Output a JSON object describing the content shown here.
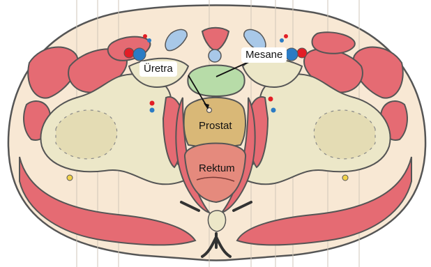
{
  "labels": {
    "mesane": "Mesane",
    "uretra": "Üretra",
    "prostat": "Prostat",
    "rektum": "Rektum"
  },
  "colors": {
    "skin": "#f8e8d4",
    "outline": "#555555",
    "muscle": "#e56b73",
    "muscle_dark": "#c9505a",
    "bone": "#ece7c8",
    "bladder": "#b7dca8",
    "prostate": "#d9b877",
    "rectum": "#e58a7d",
    "artery": "#e21e26",
    "vein": "#2b7bc4",
    "vessel_light": "#a8c8e8"
  }
}
